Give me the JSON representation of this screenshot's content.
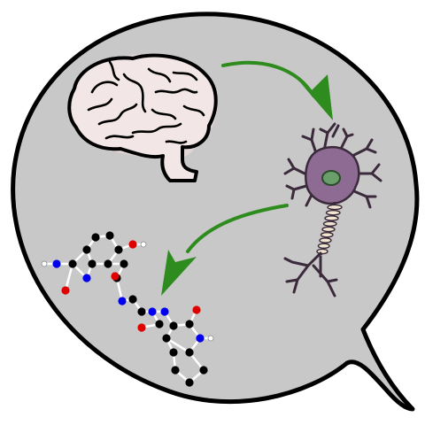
{
  "colors": {
    "bubble_fill": "#c8c8c8",
    "bubble_stroke": "#000000",
    "brain_fill": "#f2e6e6",
    "arrow": "#2e8b1e",
    "neuron_body": "#8e6b93",
    "nucleus": "#6a9e6a",
    "atom_carbon": "#000000",
    "atom_oxygen": "#e00000",
    "atom_nitrogen": "#0000ee",
    "atom_hydrogen": "#ffffff"
  },
  "icons": {
    "bubble": "speech-bubble-icon",
    "brain": "brain-icon",
    "neuron": "neuron-icon",
    "molecule": "molecule-icon",
    "arrow_1": "curved-arrow-icon",
    "arrow_2": "curved-arrow-icon"
  },
  "molecule": {
    "atoms": [
      {
        "el": "C"
      },
      {
        "el": "C"
      },
      {
        "el": "C"
      },
      {
        "el": "C"
      },
      {
        "el": "C"
      },
      {
        "el": "C"
      },
      {
        "el": "C"
      },
      {
        "el": "C"
      },
      {
        "el": "N"
      },
      {
        "el": "O"
      },
      {
        "el": "C"
      },
      {
        "el": "N"
      },
      {
        "el": "H"
      },
      {
        "el": "O"
      },
      {
        "el": "H"
      },
      {
        "el": "O"
      },
      {
        "el": "N"
      },
      {
        "el": "C"
      },
      {
        "el": "C"
      },
      {
        "el": "N"
      },
      {
        "el": "C"
      },
      {
        "el": "O"
      },
      {
        "el": "N"
      },
      {
        "el": "C"
      },
      {
        "el": "C"
      },
      {
        "el": "O"
      },
      {
        "el": "N"
      },
      {
        "el": "H"
      },
      {
        "el": "C"
      },
      {
        "el": "C"
      },
      {
        "el": "C"
      },
      {
        "el": "C"
      },
      {
        "el": "C"
      },
      {
        "el": "C"
      }
    ]
  }
}
